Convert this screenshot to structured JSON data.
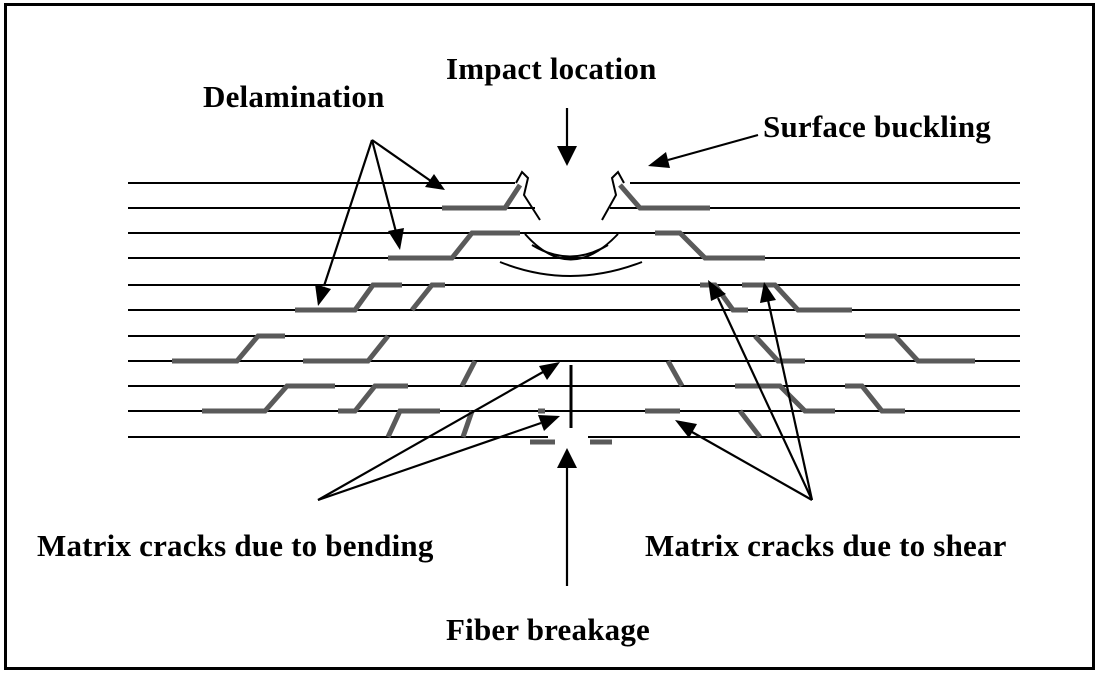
{
  "labels": {
    "impact_location": "Impact location",
    "delamination": "Delamination",
    "surface_buckling": "Surface buckling",
    "matrix_cracks_bending": "Matrix cracks due to bending",
    "matrix_cracks_shear": "Matrix cracks due to shear",
    "fiber_breakage": "Fiber breakage"
  },
  "colors": {
    "line": "#000000",
    "damage": "#5a5a5a",
    "background": "#ffffff"
  }
}
